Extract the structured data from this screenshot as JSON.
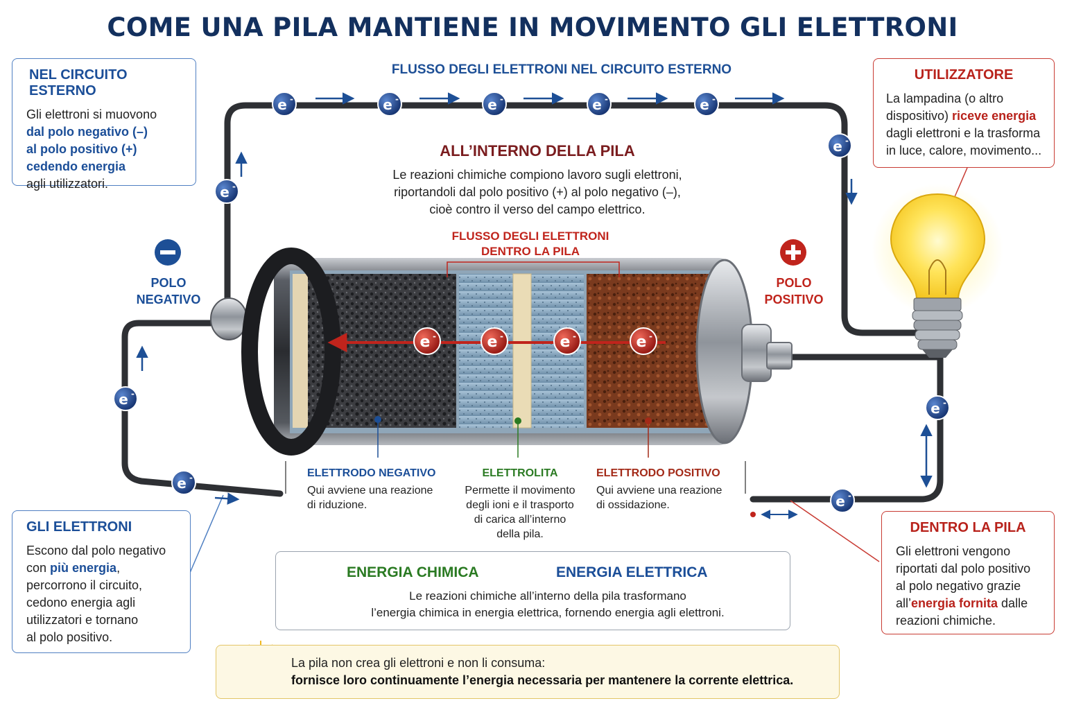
{
  "title": "COME UNA PILA MANTIENE IN MOVIMENTO GLI ELETTRONI",
  "flow_external_label": "FLUSSO DEGLI ELETTRONI NEL CIRCUITO ESTERNO",
  "electron_symbol": "e",
  "electron_superscript": "-",
  "external_circuit": {
    "heading": "NEL CIRCUITO ESTERNO",
    "line1": "Gli elettroni si muovono",
    "hl1": "dal polo negativo (–)",
    "hl2": "al polo positivo (+)",
    "hl3": "cedendo energia",
    "line5": "agli utilizzatori."
  },
  "user_device": {
    "heading": "UTILIZZATORE",
    "line1": "La lampadina (o altro",
    "line2a": "dispositivo) ",
    "line2hl": "riceve energia",
    "line3": "dagli elettroni e la trasforma",
    "line4": "in luce, calore, movimento..."
  },
  "inside_battery": {
    "heading": "ALL’INTERNO DELLA PILA",
    "line1": "Le reazioni chimiche compiono lavoro sugli elettroni,",
    "line2": "riportandoli dal polo positivo (+) al polo negativo (–),",
    "line3": "cioè contro il verso del campo elettrico."
  },
  "flow_inside_label": {
    "line1": "FLUSSO DEGLI ELETTRONI",
    "line2": "DENTRO LA PILA"
  },
  "negative_pole": {
    "symbol": "−",
    "line1": "POLO",
    "line2": "NEGATIVO"
  },
  "positive_pole": {
    "symbol": "+",
    "line1": "POLO",
    "line2": "POSITIVO"
  },
  "negative_electrode": {
    "heading": "ELETTRODO NEGATIVO",
    "line1": "Qui avviene una reazione",
    "line2": "di riduzione."
  },
  "electrolyte": {
    "heading": "ELETTROLITA",
    "line1": "Permette il movimento",
    "line2": "degli ioni e il trasporto",
    "line3": "di carica all’interno",
    "line4": "della pila."
  },
  "positive_electrode": {
    "heading": "ELETTRODO POSITIVO",
    "line1": "Qui avviene una reazione",
    "line2": "di ossidazione."
  },
  "electrons_box": {
    "heading": "GLI ELETTRONI",
    "line1": "Escono dal polo negativo",
    "line2a": "con ",
    "line2hl": "più energia",
    "line2b": ",",
    "line3": "percorrono il circuito,",
    "line4": "cedono energia agli",
    "line5": "utilizzatori e tornano",
    "line6": "al polo positivo."
  },
  "inside_box": {
    "heading": "DENTRO LA PILA",
    "line1": "Gli elettroni vengono",
    "line2": "riportati dal polo positivo",
    "line3": "al polo negativo grazie",
    "line4a": "all’",
    "line4hl": "energia fornita",
    "line4b": " dalle",
    "line5": "reazioni chimiche."
  },
  "energy": {
    "chemical": "ENERGIA CHIMICA",
    "electric": "ENERGIA ELETTRICA",
    "line1": "Le reazioni chimiche all’interno della pila trasformano",
    "line2": "l’energia chimica in energia elettrica, fornendo energia agli elettroni."
  },
  "note": {
    "line1": "La pila non crea gli elettroni e non li consuma:",
    "line2": "fornisce loro continuamente l’energia necessaria per mantenere la corrente elettrica."
  },
  "colors": {
    "title": "#13305e",
    "blue_accent": "#1b4e98",
    "red_accent": "#b8221b",
    "green_accent": "#2a7a22",
    "wire": "#3a3d42",
    "electron_blue": "#173f86",
    "electron_red": "#b81f1a"
  },
  "icons": [
    "electron-icon",
    "flask-icon",
    "lightning-icon",
    "light-bulb-icon",
    "minus-icon",
    "plus-icon",
    "arrow-icon"
  ]
}
